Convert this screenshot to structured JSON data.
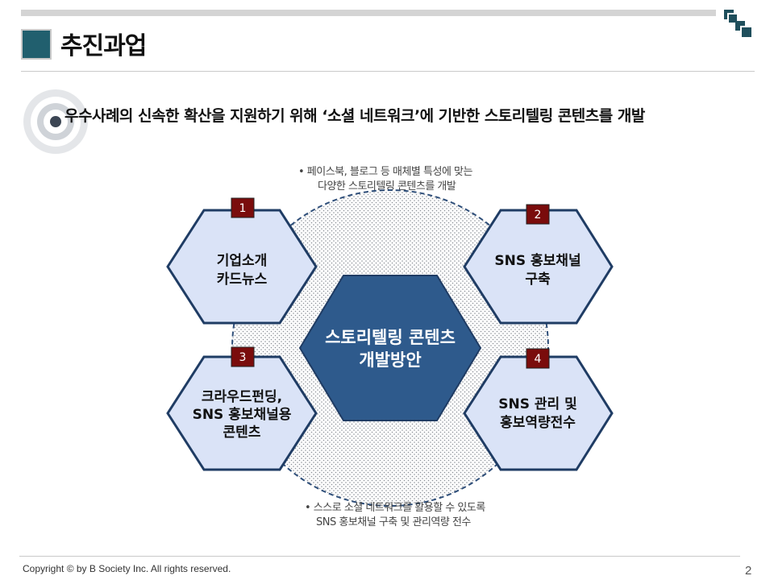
{
  "header": {
    "title": "추진과업"
  },
  "subtitle": "우수사례의 신속한 확산을 지원하기 위해 ‘소셜 네트워크’에 기반한 스토리텔링 콘텐츠를 개발",
  "notes": {
    "top": [
      "• 페이스북, 블로그 등 매체별 특성에 맞는",
      "다양한 스토리텔링 콘텐츠를 개발"
    ],
    "bottom": [
      "• 스스로 소셜 네트워크를 활용할 수 있도록",
      "SNS 홍보채널 구축 및 관리역량 전수"
    ]
  },
  "diagram": {
    "center": [
      "스토리텔링 콘텐츠",
      "개발방안"
    ],
    "items": [
      {
        "number": "1",
        "lines": [
          "기업소개",
          "카드뉴스"
        ]
      },
      {
        "number": "2",
        "lines": [
          "SNS 홍보채널",
          "구축"
        ]
      },
      {
        "number": "3",
        "lines": [
          "크라우드펀딩,",
          "SNS 홍보채널용",
          "콘텐츠"
        ]
      },
      {
        "number": "4",
        "lines": [
          "SNS 관리 및",
          "홍보역량전수"
        ]
      }
    ],
    "colors": {
      "hex_fill": "#dae3f7",
      "hex_stroke": "#1f3c64",
      "center_fill": "#2e5a8c",
      "badge_fill": "#7a0c0c",
      "circle_stroke": "#2f4f7a"
    }
  },
  "footer": {
    "copyright": "Copyright © by B Society Inc. All rights reserved.",
    "page_number": "2"
  }
}
